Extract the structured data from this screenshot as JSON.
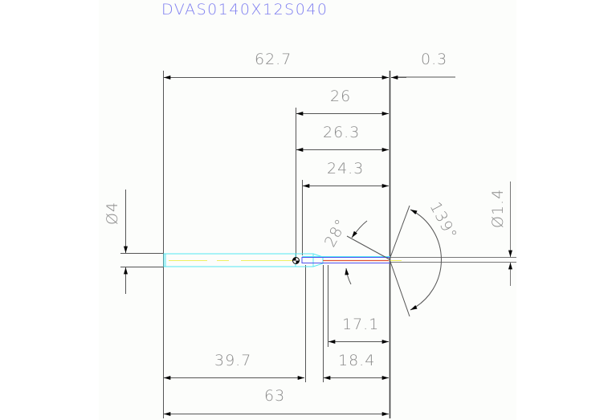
{
  "drawing": {
    "title": "DVAS0140X12S040",
    "background": "#fcfdfb",
    "colors": {
      "line": "#555555",
      "text": "#8a8a8a",
      "title": "#7f7ff0",
      "outline_cyan": "#55e8f2",
      "centerline_yellow": "#f0f060",
      "edge_red": "#e05030",
      "edge_blue": "#5050f0"
    }
  },
  "dimensions": {
    "overall_tip_length": "62.7",
    "tip_offset": "0.3",
    "dim_26": "26",
    "dim_26_3": "26.3",
    "dim_24_3": "24.3",
    "shank_diameter": "Ø4",
    "tip_diameter": "Ø1.4",
    "angle_28": "28°",
    "angle_139": "139°",
    "dim_17_1": "17.1",
    "dim_18_4": "18.4",
    "shank_length": "39.7",
    "overall_length": "63"
  }
}
